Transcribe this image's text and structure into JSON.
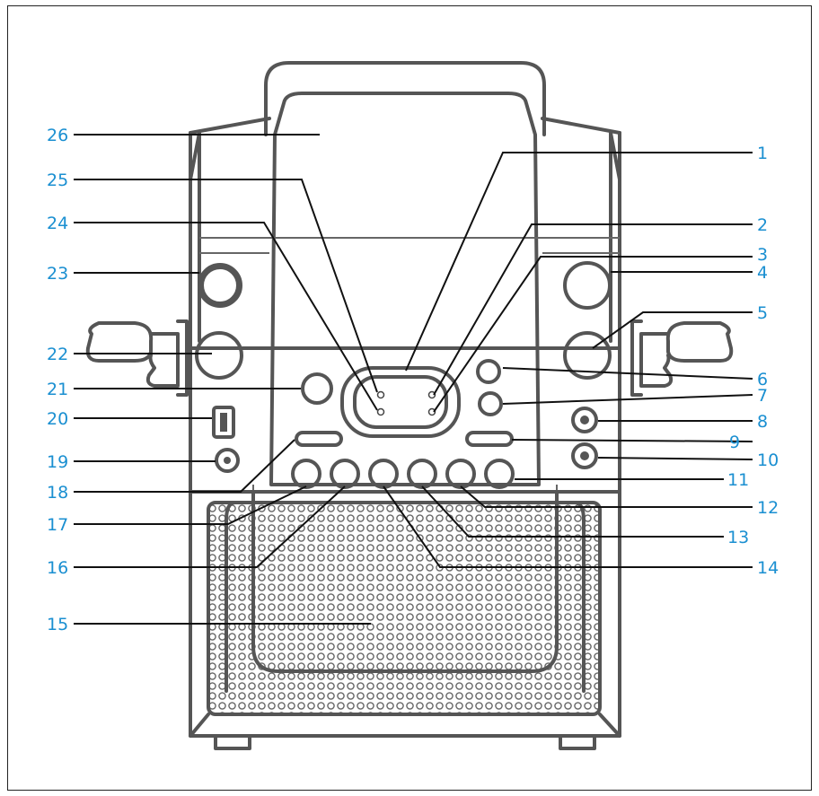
{
  "colors": {
    "callout": "#1a8fd1",
    "device": "#555555",
    "leader": "#111111"
  },
  "callouts": {
    "c1": "1",
    "c2": "2",
    "c3": "3",
    "c4": "4",
    "c5": "5",
    "c6": "6",
    "c7": "7",
    "c8": "8",
    "c9": "9",
    "c10": "10",
    "c11": "11",
    "c12": "12",
    "c13": "13",
    "c14": "14",
    "c15": "15",
    "c16": "16",
    "c17": "17",
    "c18": "18",
    "c19": "19",
    "c20": "20",
    "c21": "21",
    "c22": "22",
    "c23": "23",
    "c24": "24",
    "c25": "25",
    "c26": "26"
  }
}
